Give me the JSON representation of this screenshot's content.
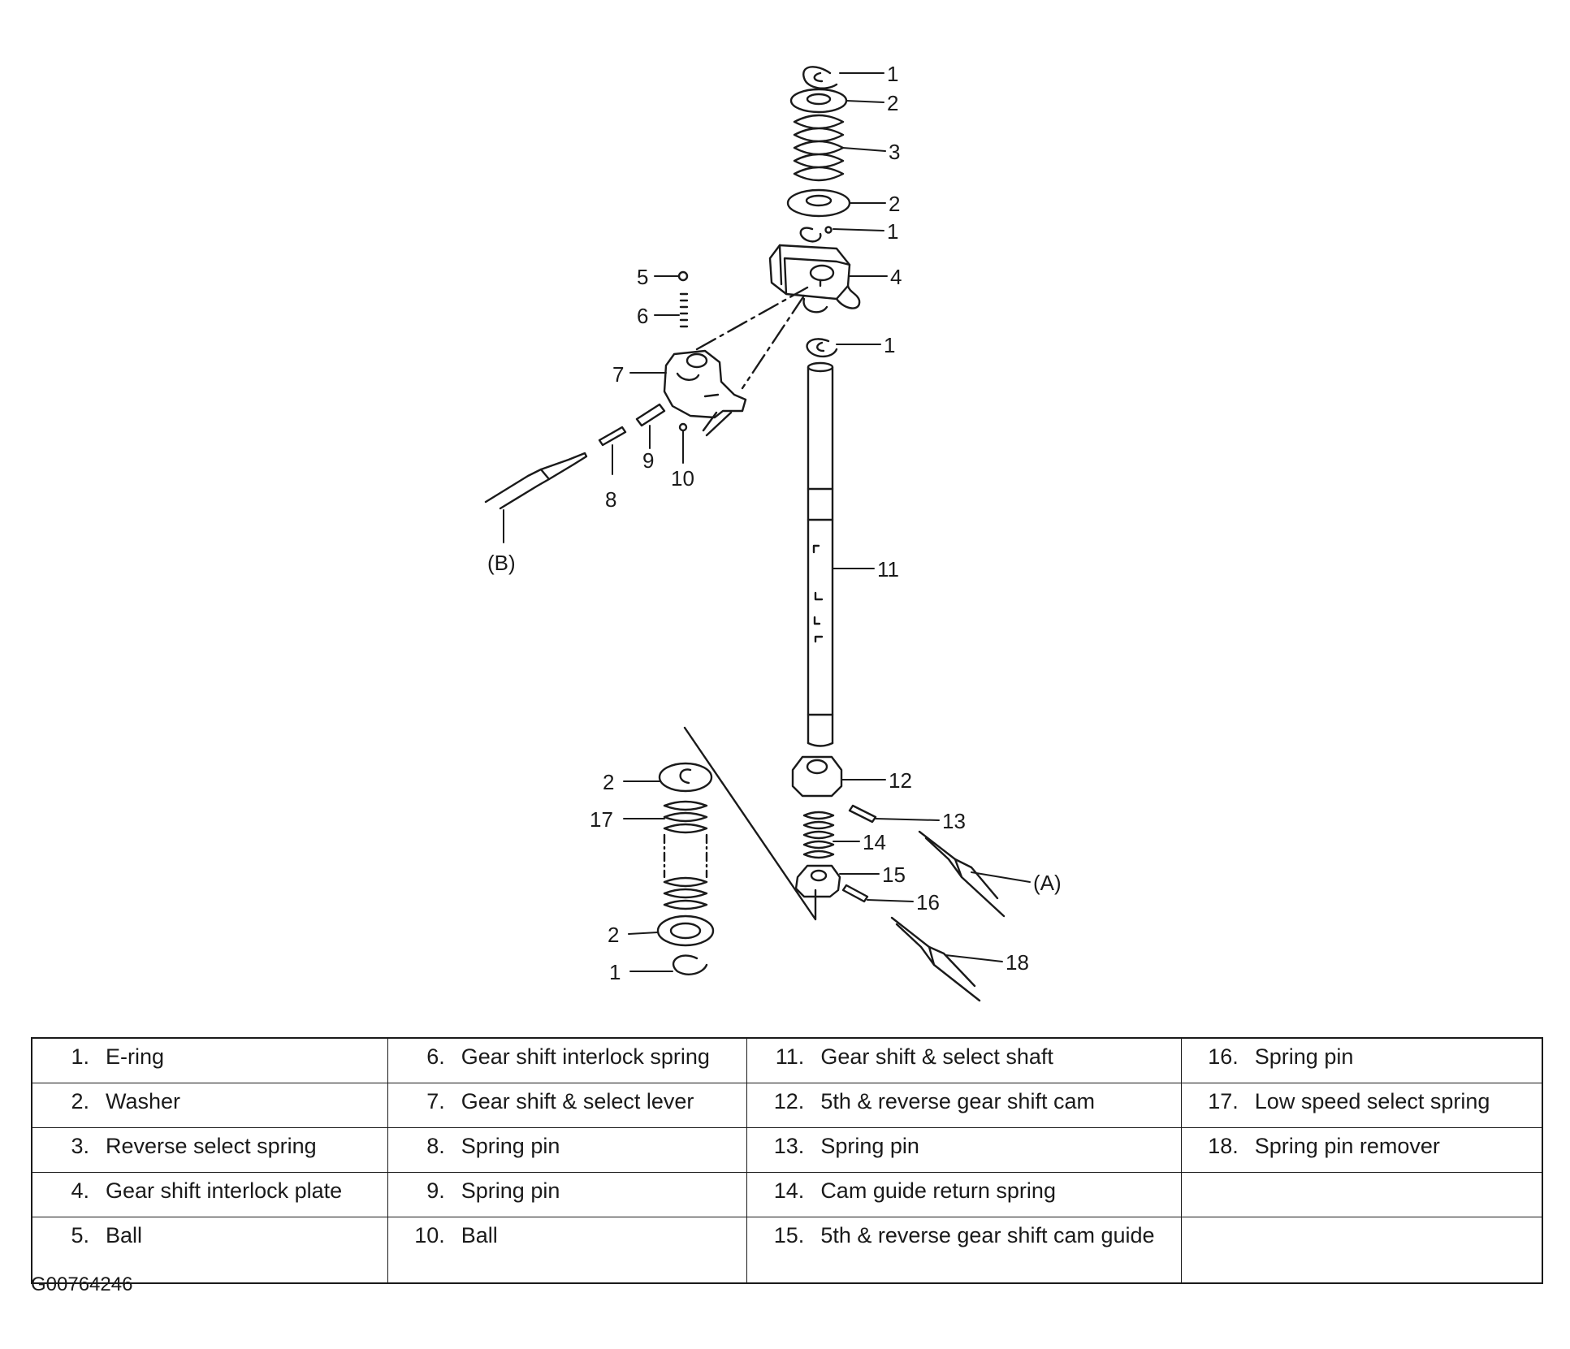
{
  "callouts": {
    "c1_top": "1",
    "c2_top": "2",
    "c3": "3",
    "c2_mid": "2",
    "c1_mid": "1",
    "c4": "4",
    "c1_low": "1",
    "c5": "5",
    "c6": "6",
    "c7": "7",
    "c8": "8",
    "c9": "9",
    "c10": "10",
    "cB": "(B)",
    "c11": "11",
    "c12": "12",
    "c13": "13",
    "c14": "14",
    "c15": "15",
    "c16": "16",
    "cA": "(A)",
    "c18": "18",
    "c2_left_top": "2",
    "c17": "17",
    "c2_left_bot": "2",
    "c1_left_bot": "1"
  },
  "legend": {
    "rows": [
      [
        {
          "num": "1.",
          "label": "E-ring"
        },
        {
          "num": "6.",
          "label": "Gear shift interlock spring"
        },
        {
          "num": "11.",
          "label": "Gear shift & select shaft"
        },
        {
          "num": "16.",
          "label": "Spring pin"
        }
      ],
      [
        {
          "num": "2.",
          "label": "Washer"
        },
        {
          "num": "7.",
          "label": "Gear shift & select lever"
        },
        {
          "num": "12.",
          "label": "5th & reverse gear shift cam"
        },
        {
          "num": "17.",
          "label": "Low speed select spring"
        }
      ],
      [
        {
          "num": "3.",
          "label": "Reverse select spring"
        },
        {
          "num": "8.",
          "label": "Spring pin"
        },
        {
          "num": "13.",
          "label": "Spring pin"
        },
        {
          "num": "18.",
          "label": "Spring pin remover"
        }
      ],
      [
        {
          "num": "4.",
          "label": "Gear shift interlock plate"
        },
        {
          "num": "9.",
          "label": "Spring pin"
        },
        {
          "num": "14.",
          "label": "Cam guide return spring"
        },
        {
          "num": "",
          "label": ""
        }
      ],
      [
        {
          "num": "5.",
          "label": "Ball"
        },
        {
          "num": "10.",
          "label": "Ball"
        },
        {
          "num": "15.",
          "label": "5th & reverse gear shift cam guide"
        },
        {
          "num": "",
          "label": ""
        }
      ]
    ]
  },
  "figure_code": "G00764246"
}
